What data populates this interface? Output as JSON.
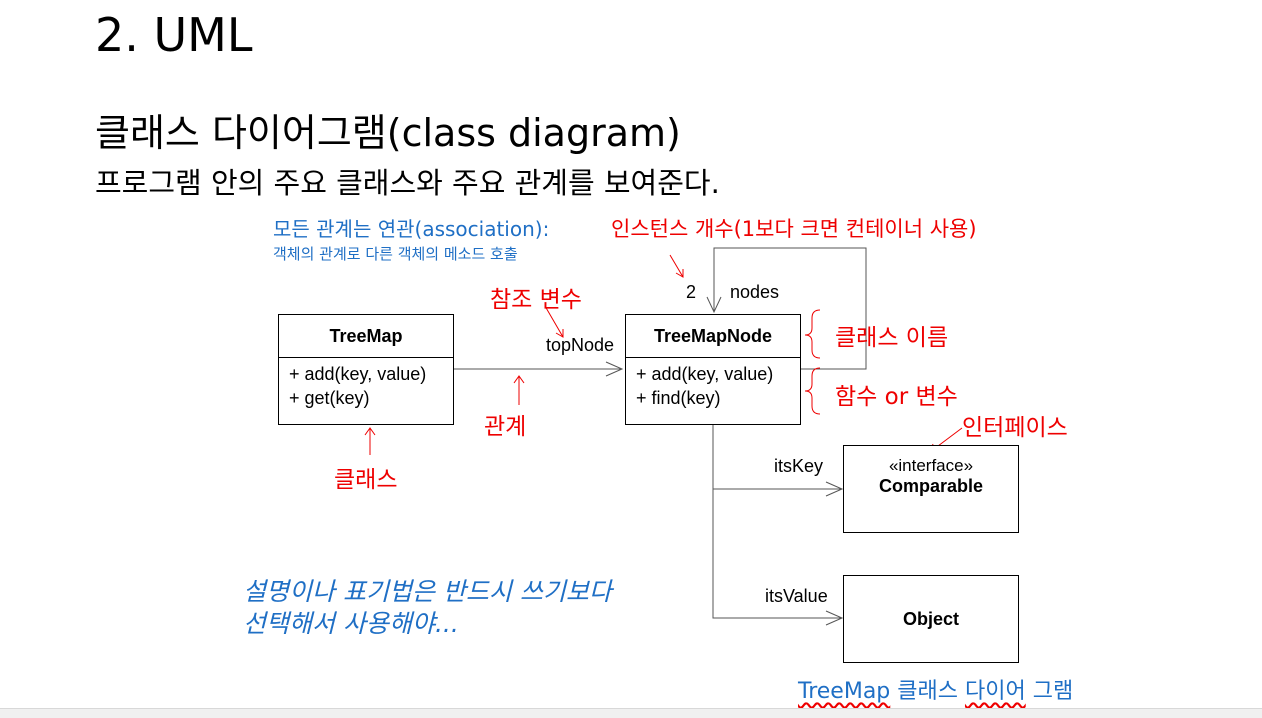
{
  "slide": {
    "title": "2. UML",
    "heading": "클래스 다이어그램(class diagram)",
    "subheading": "프로그램 안의 주요 클래스와 주요 관계를 보여준다."
  },
  "annotations": {
    "association_title": "모든 관계는 연관(association):",
    "association_sub": "객체의 관계로 다른 객체의 메소드 호출",
    "instance_count": "인스턴스 개수(1보다 크면 컨테이너 사용)",
    "reference_var": "참조 변수",
    "class_name": "클래스 이름",
    "function_var": "함수  or 변수",
    "interface": "인터페이스",
    "relation": "관계",
    "class": "클래스",
    "note_line1": "설명이나 표기법은 반드시 쓰기보다",
    "note_line2": "선택해서 사용해야..."
  },
  "diagram": {
    "treemap": {
      "name": "TreeMap",
      "ops": [
        "+ add(key, value)",
        "+ get(key)"
      ]
    },
    "treemapnode": {
      "name": "TreeMapNode",
      "ops": [
        "+ add(key, value)",
        "+ find(key)"
      ]
    },
    "comparable": {
      "stereotype": "«interface»",
      "name": "Comparable"
    },
    "object": {
      "name": "Object"
    },
    "labels": {
      "topnode": "topNode",
      "multiplicity": "2",
      "nodes": "nodes",
      "itskey": "itsKey",
      "itsvalue": "itsValue"
    }
  },
  "caption": {
    "word1": "TreeMap",
    "rest": " 클래스 ",
    "word2": "다이어",
    "tail": " 그램"
  },
  "colors": {
    "red": "#ee0000",
    "blue": "#1f6fc5",
    "line": "#000000"
  }
}
